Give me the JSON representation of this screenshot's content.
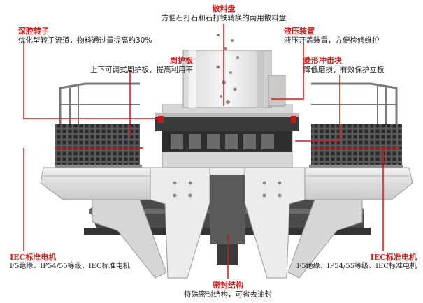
{
  "annotations": {
    "distribution_plate": {
      "title": "散料盘",
      "desc": "方便石打石和石打铁转换的两用散料盘"
    },
    "deep_rotor": {
      "title": "深腔转子",
      "desc": "优化型转子流道，物料通过量提高约30%"
    },
    "hydraulic": {
      "title": "液压装置",
      "desc": "液压开盖装置，方便检修维护"
    },
    "guard_plate": {
      "title": "周护板",
      "desc": "上下可调式周护板，提高利用率"
    },
    "diamond_block": {
      "title": "菱形冲击块",
      "desc": "降低磨损，有效保护立板"
    },
    "motor_left": {
      "title": "IEC标准电机",
      "desc": "F5绝缘、IP54/55等级、IEC标准电机"
    },
    "motor_right": {
      "title": "IEC标准电机",
      "desc": "F5绝缘、IP54/55等级、IEC标准电机"
    },
    "seal": {
      "title": "密封结构",
      "desc": "特殊密封结构，可省去油封"
    }
  },
  "colors": {
    "label_red": "#d41c1c",
    "leader_red": "#e01010",
    "machine_dark": "#3a3a3a",
    "machine_light": "#e6e6e6"
  }
}
